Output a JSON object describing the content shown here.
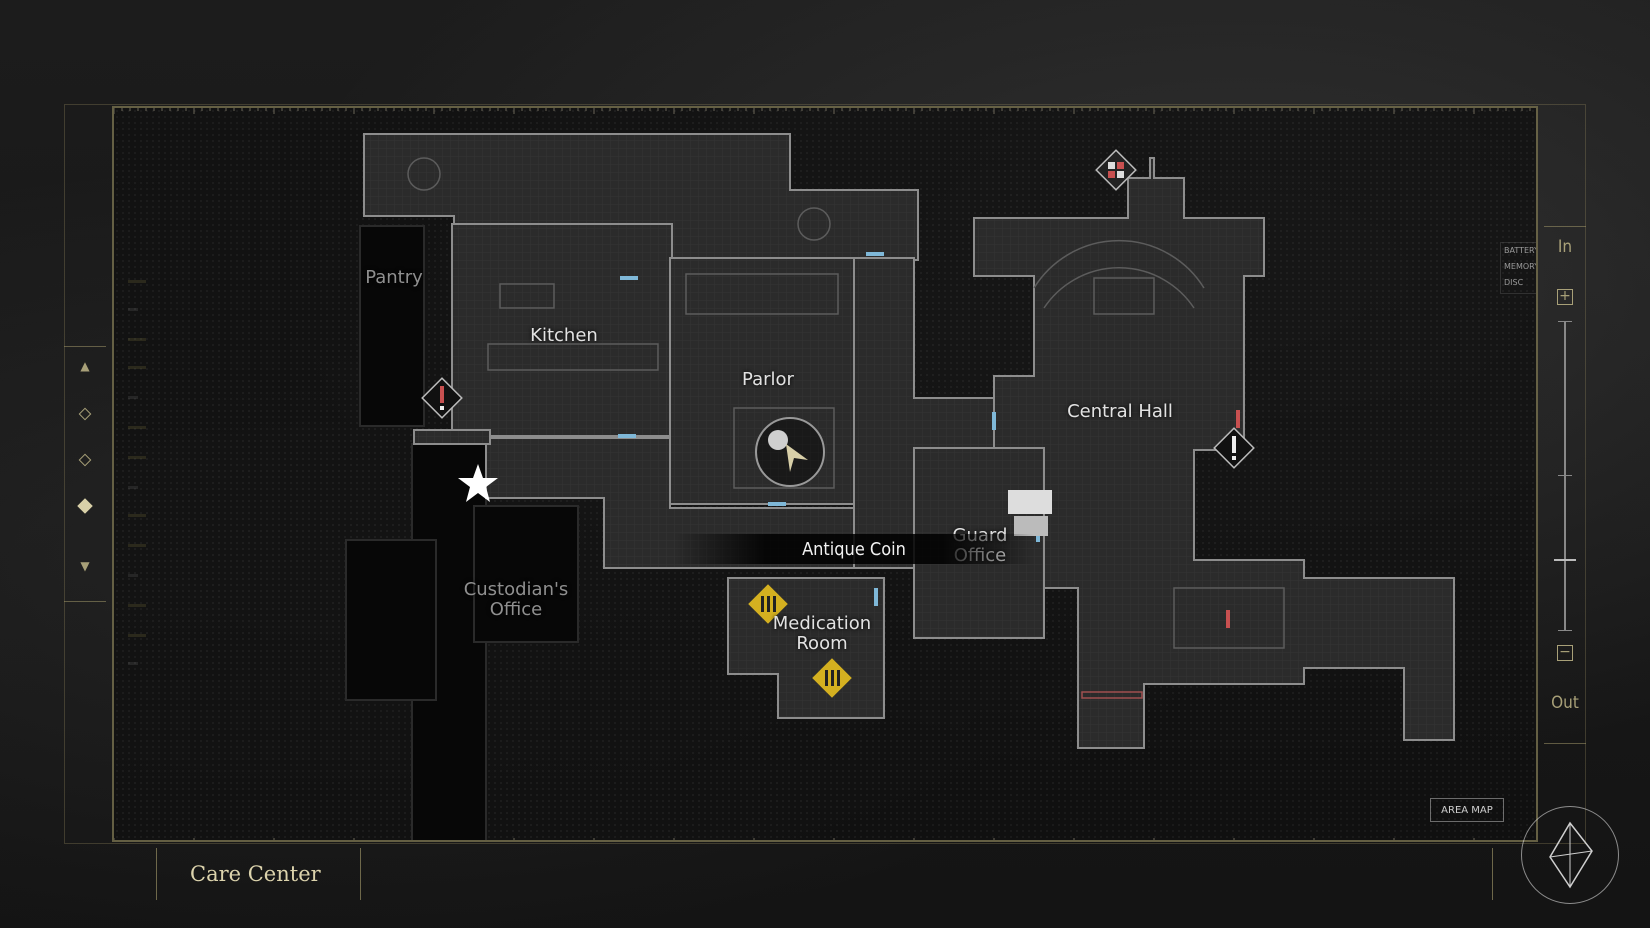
{
  "location": "Care Center",
  "rooms": [
    {
      "id": "pantry",
      "label": "Pantry",
      "dim": true
    },
    {
      "id": "kitchen",
      "label": "Kitchen",
      "dim": false
    },
    {
      "id": "parlor",
      "label": "Parlor",
      "dim": false
    },
    {
      "id": "central_hall",
      "label": "Central Hall",
      "dim": false
    },
    {
      "id": "guard_office",
      "label": "Guard\nOffice",
      "dim": false
    },
    {
      "id": "medication_room",
      "label": "Medication\nRoom",
      "dim": false
    },
    {
      "id": "custodians_office",
      "label": "Custodian's\nOffice",
      "dim": true
    }
  ],
  "item_label": "Antique Coin",
  "status": {
    "battery": "BATTERY",
    "memory": "MEMORY",
    "disc": "DISC"
  },
  "zoom": {
    "in_label": "In",
    "out_label": "Out",
    "plus": "+",
    "minus": "−"
  },
  "area_map_label": "AREA MAP",
  "floor_nav": {
    "up": "▲",
    "down": "▼",
    "current_floor_index": 2,
    "floor_count": 3
  },
  "colors": {
    "accent": "#a8a078",
    "door": "#7fb8d8",
    "locked": "#c85050",
    "hazard": "#d4b020"
  },
  "icons": [
    "star-icon",
    "player-arrow-icon",
    "warning-icon",
    "hazard-icon",
    "compass-icon",
    "save-room-icon"
  ]
}
